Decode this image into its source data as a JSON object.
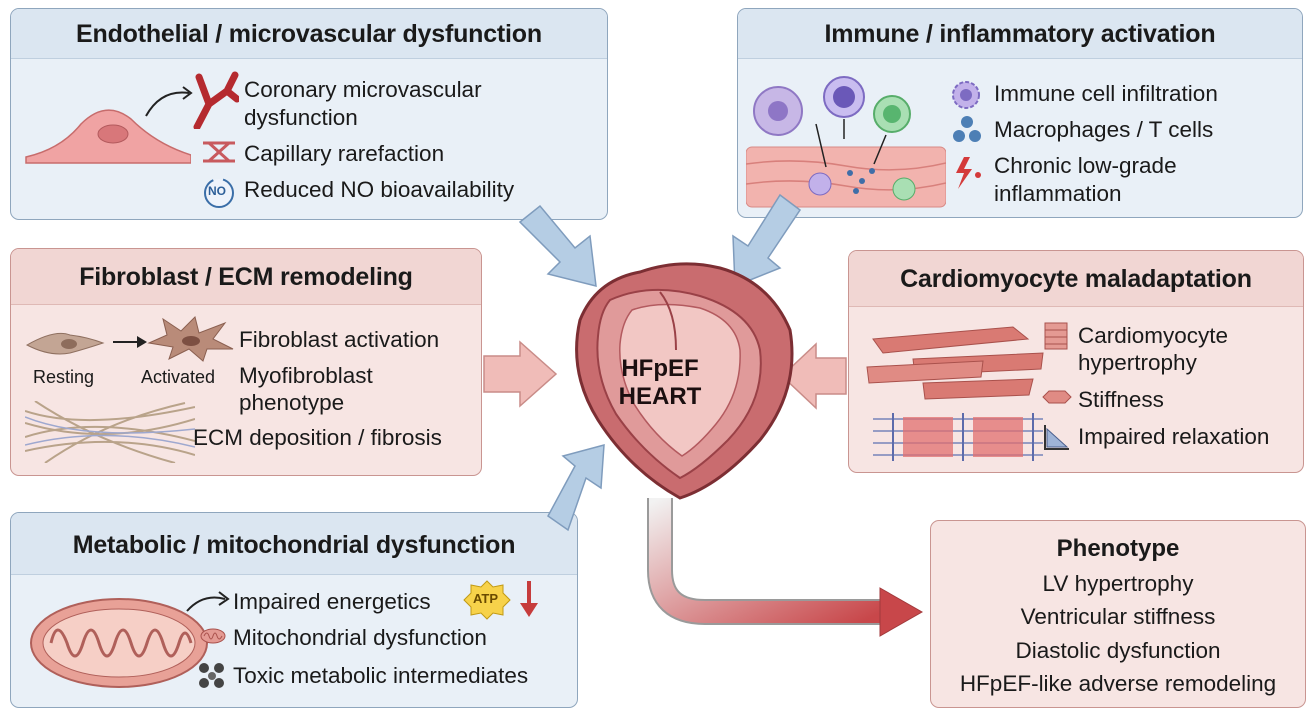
{
  "endothelial": {
    "title": "Endothelial / microvascular dysfunction",
    "item1_line1": "Coronary microvascular",
    "item1_line2": "dysfunction",
    "item2": "Capillary rarefaction",
    "item3": "Reduced NO bioavailability",
    "no_badge": "NO"
  },
  "immune": {
    "title": "Immune / inflammatory activation",
    "item1": "Immune cell infiltration",
    "item2": "Macrophages / T cells",
    "item3_line1": "Chronic low-grade",
    "item3_line2": "inflammation"
  },
  "fibroblast": {
    "title": "Fibroblast / ECM remodeling",
    "resting_label": "Resting",
    "activated_label": "Activated",
    "item1": "Fibroblast activation",
    "item2_line1": "Myofibroblast",
    "item2_line2": "phenotype",
    "item3": "ECM deposition / fibrosis"
  },
  "cardiomyocyte": {
    "title": "Cardiomyocyte maladaptation",
    "item1_line1": "Cardiomyocyte",
    "item1_line2": "hypertrophy",
    "item2": "Stiffness",
    "item3": "Impaired relaxation"
  },
  "metabolic": {
    "title": "Metabolic / mitochondrial dysfunction",
    "item1": "Impaired energetics",
    "atp_badge": "ATP",
    "item2": "Mitochondrial dysfunction",
    "item3": "Toxic metabolic intermediates"
  },
  "heart": {
    "line1": "HFpEF",
    "line2": "HEART"
  },
  "phenotype": {
    "title": "Phenotype",
    "items": [
      "LV hypertrophy",
      "Ventricular stiffness",
      "Diastolic dysfunction",
      "HFpEF-like adverse remodeling"
    ]
  },
  "colors": {
    "blue_panel": "#e9f0f7",
    "red_panel": "#f7e5e3",
    "blue_arrow": "#a9c3dd",
    "red_arrow": "#e7a6a2",
    "heart": "#c96c6f"
  }
}
